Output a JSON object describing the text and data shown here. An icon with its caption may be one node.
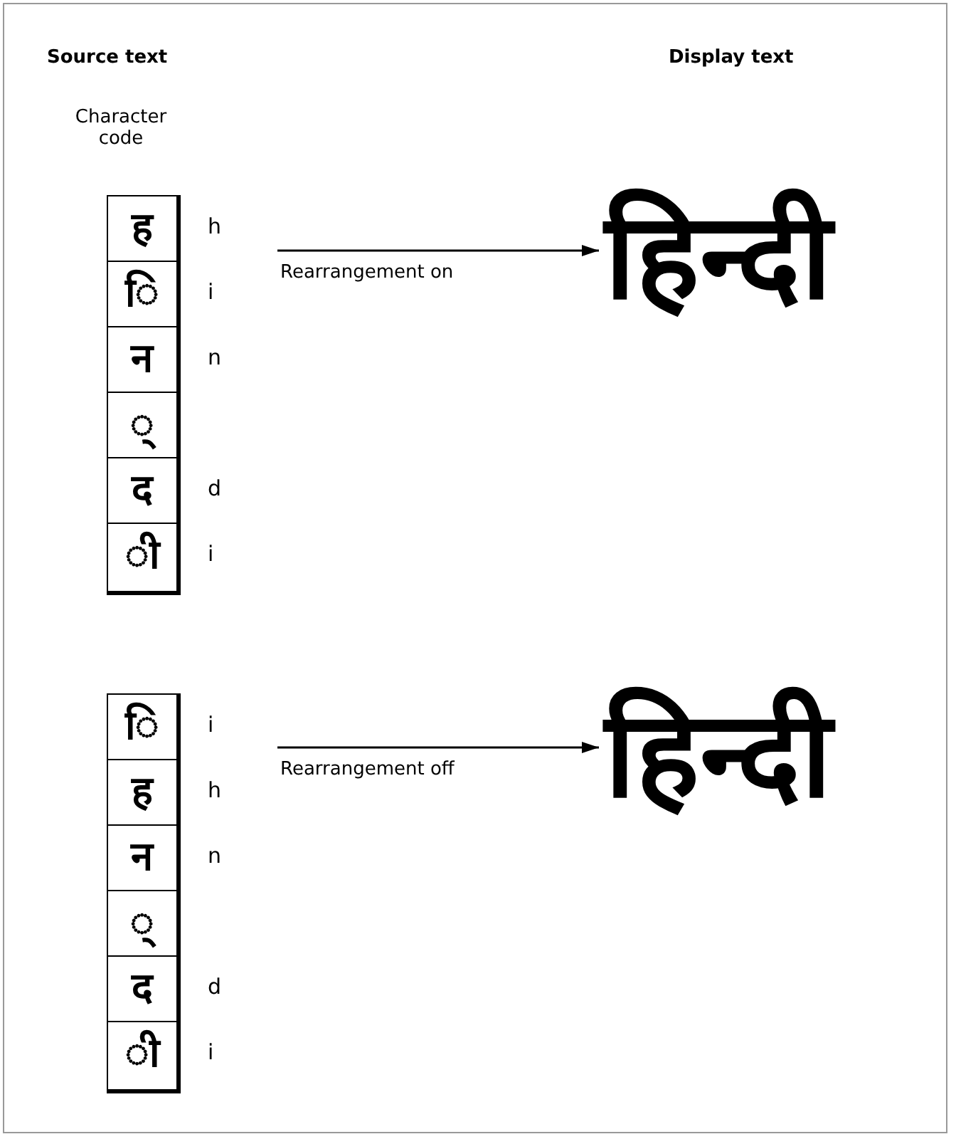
{
  "diagram": {
    "nodes": [
      {
        "text": [],
        "shape": "box"
      },
      {
        "text": [
          "ह"
        ],
        "in": 0,
        "beside": [
          "h"
        ]
      },
      {
        "text": [
          "ि"
        ],
        "in": 0,
        "beside": [
          "i"
        ]
      },
      {
        "text": [
          "न"
        ],
        "in": 0,
        "beside": [
          "n"
        ]
      },
      {
        "text": [
          "्"
        ],
        "in": 0
      },
      {
        "text": [
          "द"
        ],
        "in": 0,
        "beside": [
          "d"
        ]
      },
      {
        "text": [
          "ी"
        ],
        "in": 0,
        "beside": [
          "i"
        ]
      },
      {
        "text": [
          "हिन्दी"
        ]
      },
      {
        "text": [],
        "shape": "box"
      },
      {
        "text": [
          "ि"
        ],
        "in": 8,
        "beside": [
          "i"
        ]
      },
      {
        "text": [
          "ह"
        ],
        "in": 8,
        "beside": [
          "h"
        ]
      },
      {
        "text": [
          "न"
        ],
        "in": 8,
        "beside": [
          "n"
        ]
      },
      {
        "text": [
          "्"
        ],
        "in": 8
      },
      {
        "text": [
          "द"
        ],
        "in": 8,
        "beside": [
          "d"
        ]
      },
      {
        "text": [
          "ी"
        ],
        "in": 8,
        "beside": [
          "i"
        ]
      },
      {
        "text": [
          "हिन्दी"
        ]
      }
    ],
    "edges": [
      {
        "from": null,
        "to": 7,
        "arrow": "to",
        "label": "Rearrangement on"
      },
      {
        "from": null,
        "to": 15,
        "arrow": "to",
        "label": "Rearrangement off"
      }
    ],
    "labels": [
      "Source text",
      "Display text",
      "Character code"
    ]
  }
}
